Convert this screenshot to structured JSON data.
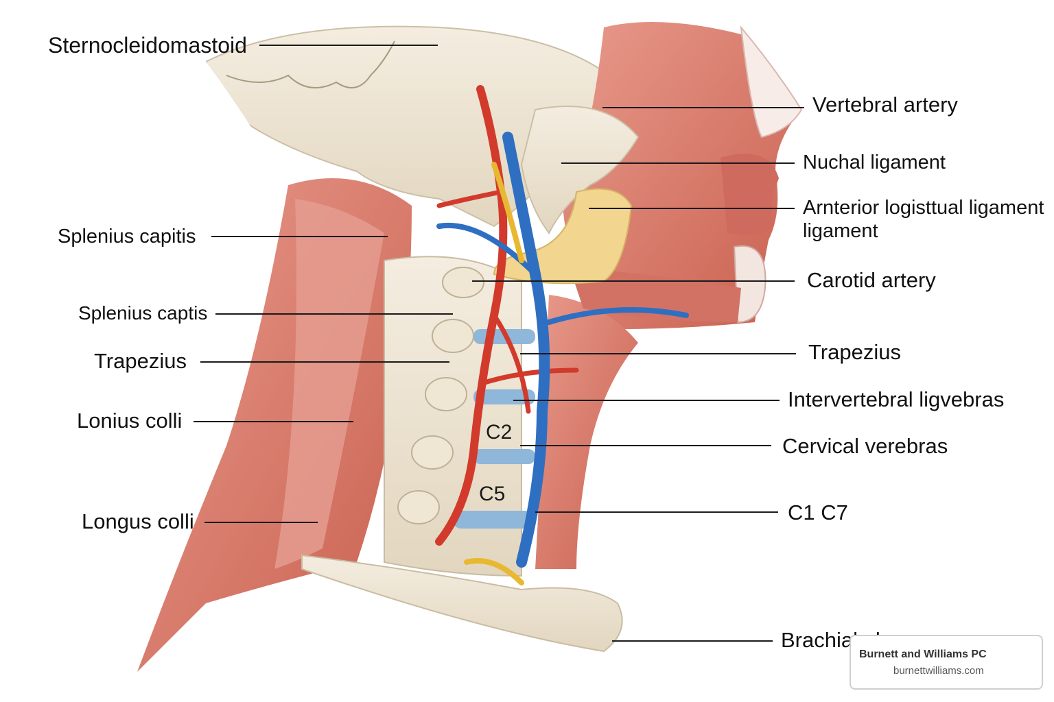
{
  "labels": {
    "left": [
      "Sternocleidomastoid",
      "Splenius capitis",
      "Splenius captis",
      "Trapezius",
      "Lonius colli",
      "Longus colli"
    ],
    "right": [
      "Vertebral artery",
      "Nuchal ligament",
      "Arnterior logisttual ligament",
      "ligament",
      "Carotid artery",
      "Trapezius",
      "Intervertebral ligvebras",
      "Cervical verebras",
      "C1 C7",
      "Brachial plexus"
    ]
  },
  "vertebra_labels": [
    "C2",
    "C5"
  ],
  "watermark": {
    "name": "Burnett and Williams PC",
    "url": "burnettwilliams.com"
  },
  "colors": {
    "muscle": "#d9786a",
    "muscle_light": "#efb3a6",
    "bone": "#efe6d3",
    "disc": "#8fb7d9",
    "artery": "#d23a2c",
    "vein": "#2f6fc2",
    "nerve": "#e8b830",
    "ligament": "#f2d58e"
  }
}
